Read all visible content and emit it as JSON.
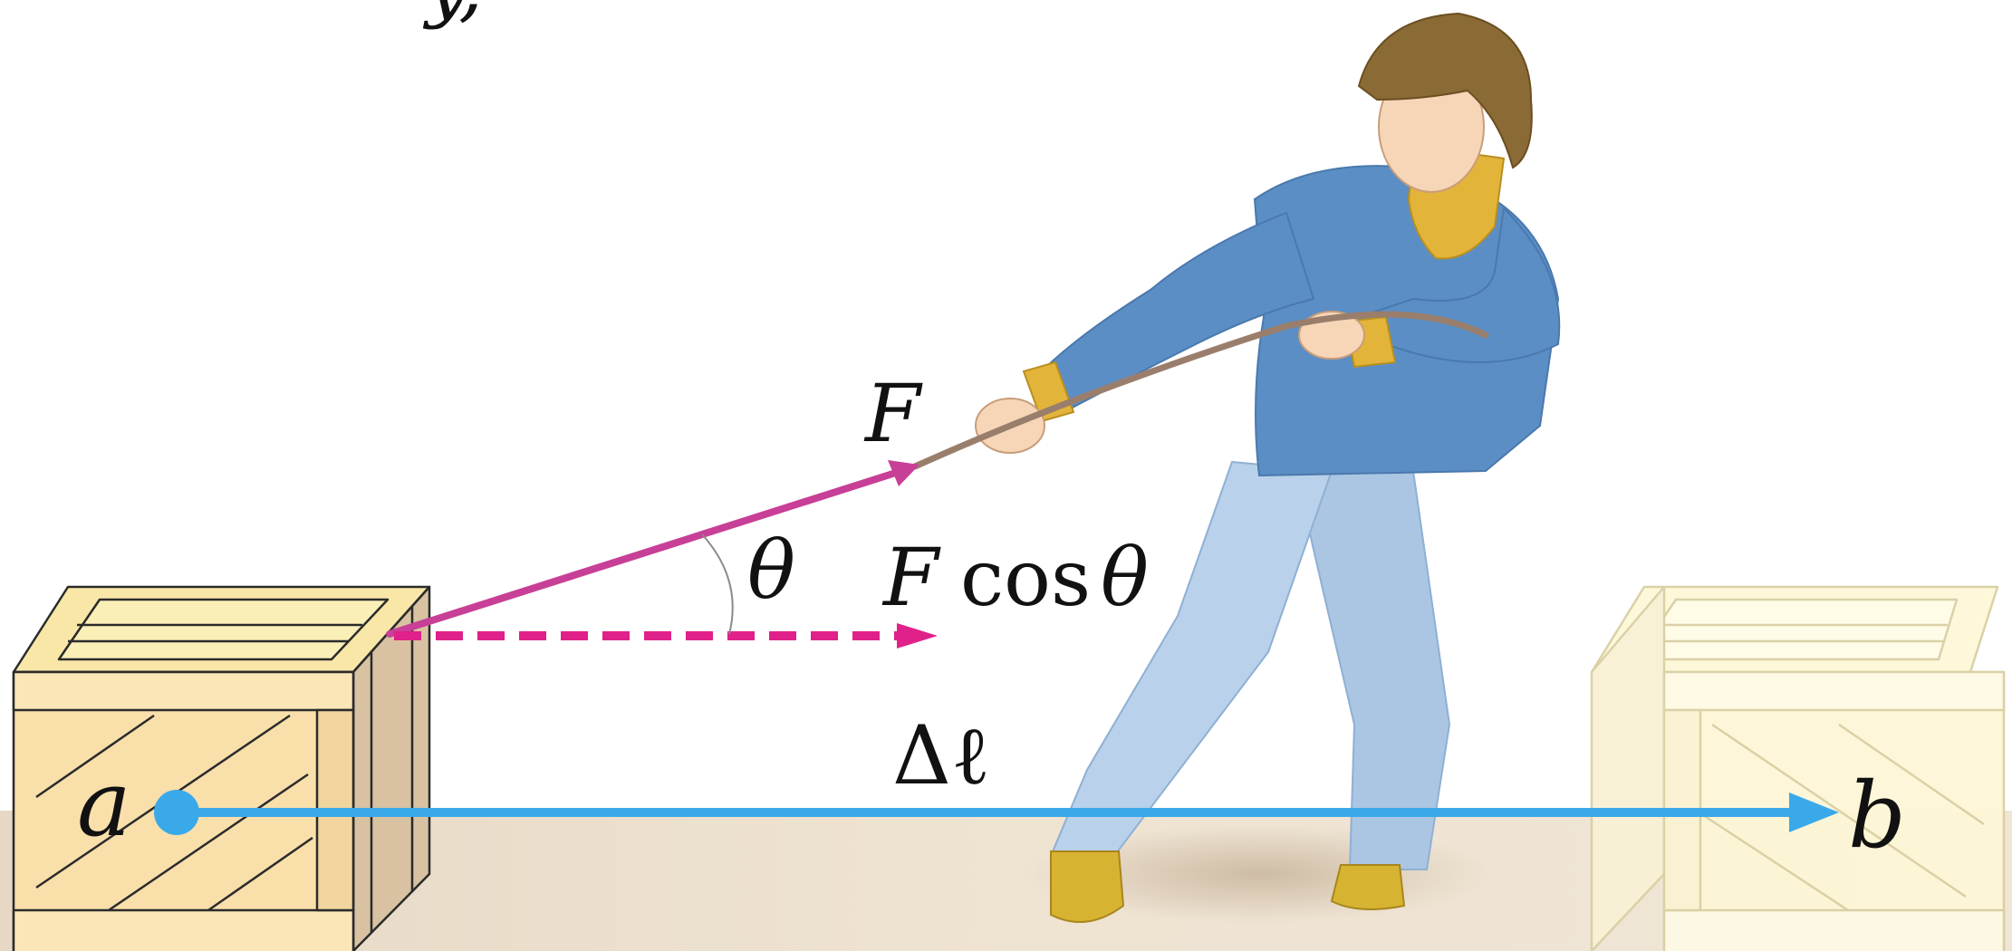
{
  "labels": {
    "top_fragment": "y,",
    "force": "F",
    "angle": "θ",
    "component_F": "F",
    "component_cos": "cos",
    "component_theta": "θ",
    "displacement": "Δℓ",
    "point_a": "a",
    "point_b": "b"
  },
  "colors": {
    "force_arrow": "#c83f97",
    "component_arrow": "#e0218a",
    "displacement_arrow": "#3aa9ea",
    "crate_front": "#f9dfaa",
    "crate_side": "#d9c3a3",
    "crate_top": "#fbeeb0",
    "crate_faded": "#fdf8d8",
    "floor": "#e9dcc8",
    "sweater": "#5b8ec4",
    "jeans": "#b5cde6",
    "hair": "#8a6a35",
    "skin": "#f6d6b6",
    "scarf": "#e3b43a",
    "shoes": "#d7b332",
    "rope": "#9a7e6c"
  }
}
